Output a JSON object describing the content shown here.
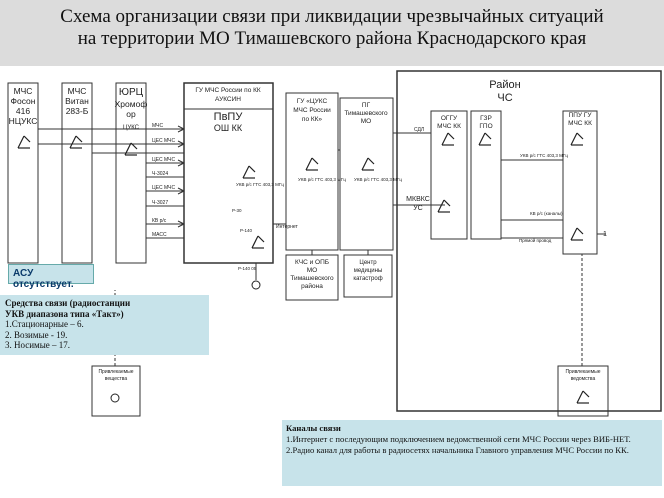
{
  "title": {
    "line1": "Схема организации связи при ликвидации чрезвычайных ситуаций",
    "line2": "на территории МО Тимашевского района Краснодарского края"
  },
  "boxes": {
    "mchs_phos": {
      "label1": "МЧС",
      "label2": "Фосон",
      "label3": "416",
      "label4": "НЦУКС"
    },
    "mchs_vitan": {
      "label1": "МЧС",
      "label2": "Витан",
      "label3": "283-Б"
    },
    "yurc": {
      "label1": "ЮРЦ",
      "label2": "Хромоф",
      "label3": "ор",
      "label4": "ЦУКС"
    },
    "gu_mchs_kk": {
      "label1": "ГУ МЧС России по КК",
      "label2": "АУКСИН",
      "label3": "ПвПУ",
      "label4": "ОШ КК"
    },
    "gu_cuks": {
      "label1": "ГУ «ЦУКС",
      "label2": "МЧС России",
      "label3": "по КК»"
    },
    "pg_tim": {
      "label1": "ПГ",
      "label2": "Тимашевского",
      "label3": "МО"
    },
    "kchs": {
      "label1": "КЧС и ОПБ",
      "label2": "МО",
      "label3": "Тимашевского",
      "label4": "района"
    },
    "center_med": {
      "label1": "Центр",
      "label2": "медицины",
      "label3": "катастроф"
    },
    "ogtu": {
      "label1": "ОГГУ",
      "label2": "МЧС КК"
    },
    "gzr": {
      "label1": "ГЗР",
      "label2": "ГПО"
    },
    "ppu_gu": {
      "label1": "ППУ ГУ",
      "label2": "МЧС КК"
    },
    "mkvks": {
      "label1": "МКВКС",
      "label2": "УС"
    },
    "district": {
      "label1": "Район",
      "label2": "ЧС"
    },
    "mobile_left": {
      "label1": "Привлекаемые",
      "label2": "вещества"
    },
    "mobile_right": {
      "label1": "Привлекаемые",
      "label2": "ведомства"
    }
  },
  "links": {
    "mchs": "МЧС",
    "ces1": "ЦЕС МЧС",
    "ces2": "ЦЕС МЧС",
    "ch3024": "Ч-3024",
    "ces3": "ЦЕС МЧС",
    "ch3027": "Ч-3027",
    "kv": "КВ р/с",
    "mdc": "МАСС",
    "internet": "Интернет",
    "cdl": "СДЛ",
    "ukv_right": "УКВ р/с ГТС 403,3 МГц",
    "kv_right": "КВ р/с (каналы)",
    "pryamoy": "Прямой провод",
    "ukv_gu": "УКВ р/с ГТС 403,3 МГц",
    "ukv_cuks": "УКВ р/с ГТС 403,3 МГц",
    "ukv_pg": "УКВ р/с ГТС 403,3 МГц",
    "r30": "Р-30",
    "r140": "Р-140",
    "r140b": "Р-140 05"
  },
  "aso": "АСУ отсутствует.",
  "means": {
    "heading1": "Средства связи (радиостанции",
    "heading2": "УКВ диапазона типа «Такт»)",
    "item1": "1.Стационарные – 6.",
    "item2": "2. Возимые - 19.",
    "item3": "3. Носимые – 17."
  },
  "channels": {
    "heading": "Каналы связи",
    "item1": "1.Интернет с последующим подключением ведомственной сети МЧС России через ВИБ-НЕТ.",
    "item2": "2.Радио канал для работы в радиосетях начальника Главного управления МЧС России по КК."
  },
  "page_number": "1"
}
